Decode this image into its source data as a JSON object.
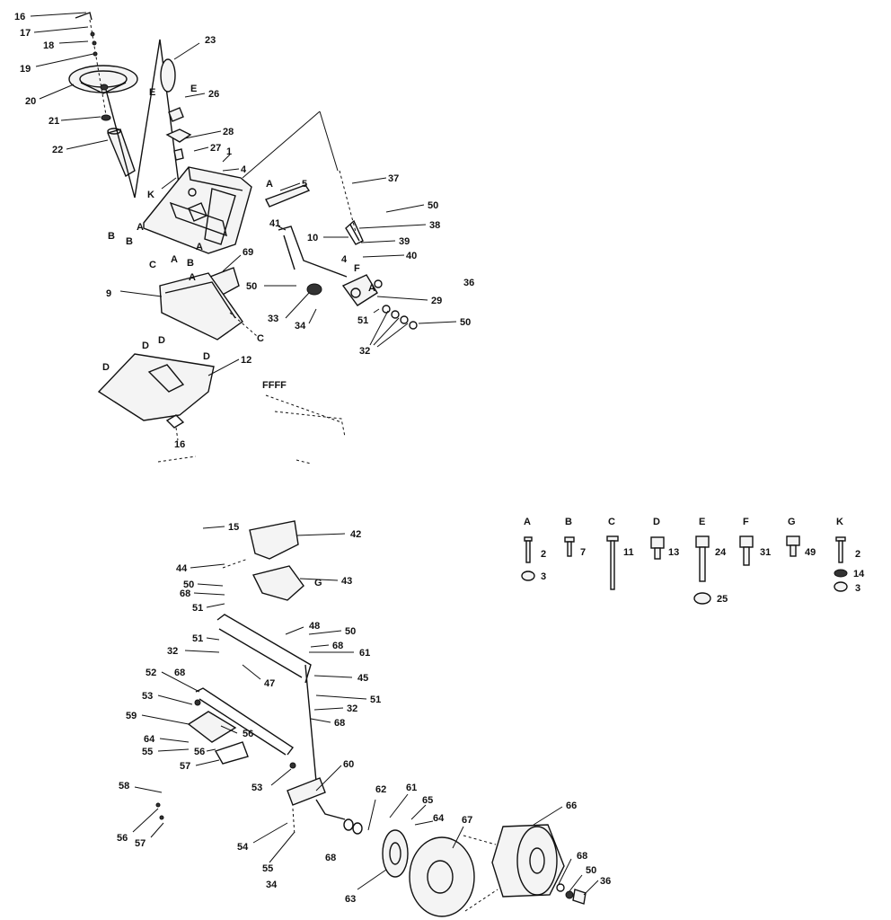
{
  "callouts": [
    {
      "id": "c16a",
      "text": "16"
    },
    {
      "id": "c17",
      "text": "17"
    },
    {
      "id": "c18",
      "text": "18"
    },
    {
      "id": "c19",
      "text": "19"
    },
    {
      "id": "c20",
      "text": "20"
    },
    {
      "id": "c21",
      "text": "21"
    },
    {
      "id": "c22",
      "text": "22"
    },
    {
      "id": "c23",
      "text": "23"
    },
    {
      "id": "c26",
      "text": "26"
    },
    {
      "id": "c28",
      "text": "28"
    },
    {
      "id": "c27",
      "text": "27"
    },
    {
      "id": "c1",
      "text": "1"
    },
    {
      "id": "c4a",
      "text": "4"
    },
    {
      "id": "c37",
      "text": "37"
    },
    {
      "id": "c5",
      "text": "5"
    },
    {
      "id": "c50a",
      "text": "50"
    },
    {
      "id": "c38",
      "text": "38"
    },
    {
      "id": "c10",
      "text": "10"
    },
    {
      "id": "c39",
      "text": "39"
    },
    {
      "id": "c41",
      "text": "41"
    },
    {
      "id": "c40",
      "text": "40"
    },
    {
      "id": "c4b",
      "text": "4"
    },
    {
      "id": "c69",
      "text": "69"
    },
    {
      "id": "c36a",
      "text": "36"
    },
    {
      "id": "c9",
      "text": "9"
    },
    {
      "id": "c50b",
      "text": "50"
    },
    {
      "id": "c29",
      "text": "29"
    },
    {
      "id": "c33",
      "text": "33"
    },
    {
      "id": "c34a",
      "text": "34"
    },
    {
      "id": "c51a",
      "text": "51"
    },
    {
      "id": "c50c",
      "text": "50"
    },
    {
      "id": "c32a",
      "text": "32"
    },
    {
      "id": "c12",
      "text": "12"
    },
    {
      "id": "c16b",
      "text": "16"
    },
    {
      "id": "c15",
      "text": "15"
    },
    {
      "id": "c42",
      "text": "42"
    },
    {
      "id": "c44",
      "text": "44"
    },
    {
      "id": "c43",
      "text": "43"
    },
    {
      "id": "c50d",
      "text": "50"
    },
    {
      "id": "c68a",
      "text": "68"
    },
    {
      "id": "c51b",
      "text": "51"
    },
    {
      "id": "c48",
      "text": "48"
    },
    {
      "id": "c50e",
      "text": "50"
    },
    {
      "id": "c68b",
      "text": "68"
    },
    {
      "id": "c61a",
      "text": "61"
    },
    {
      "id": "c51c",
      "text": "51"
    },
    {
      "id": "c32b",
      "text": "32"
    },
    {
      "id": "c45",
      "text": "45"
    },
    {
      "id": "c47",
      "text": "47"
    },
    {
      "id": "c52",
      "text": "52"
    },
    {
      "id": "c68c",
      "text": "68"
    },
    {
      "id": "c51d",
      "text": "51"
    },
    {
      "id": "c53a",
      "text": "53"
    },
    {
      "id": "c32c",
      "text": "32"
    },
    {
      "id": "c68d",
      "text": "68"
    },
    {
      "id": "c59",
      "text": "59"
    },
    {
      "id": "c56a",
      "text": "56"
    },
    {
      "id": "c64a",
      "text": "64"
    },
    {
      "id": "c55a",
      "text": "55"
    },
    {
      "id": "c56b",
      "text": "56"
    },
    {
      "id": "c57a",
      "text": "57"
    },
    {
      "id": "c60",
      "text": "60"
    },
    {
      "id": "c53b",
      "text": "53"
    },
    {
      "id": "c58",
      "text": "58"
    },
    {
      "id": "c62",
      "text": "62"
    },
    {
      "id": "c61b",
      "text": "61"
    },
    {
      "id": "c65",
      "text": "65"
    },
    {
      "id": "c64b",
      "text": "64"
    },
    {
      "id": "c66",
      "text": "66"
    },
    {
      "id": "c67",
      "text": "67"
    },
    {
      "id": "c56c",
      "text": "56"
    },
    {
      "id": "c57b",
      "text": "57"
    },
    {
      "id": "c54",
      "text": "54"
    },
    {
      "id": "c55b",
      "text": "55"
    },
    {
      "id": "c34b",
      "text": "34"
    },
    {
      "id": "c68e",
      "text": "68"
    },
    {
      "id": "c63",
      "text": "63"
    },
    {
      "id": "c68f",
      "text": "68"
    },
    {
      "id": "c50f",
      "text": "50"
    },
    {
      "id": "c36b",
      "text": "36"
    }
  ],
  "ref_letters": [
    {
      "id": "rE1",
      "text": "E"
    },
    {
      "id": "rE2",
      "text": "E"
    },
    {
      "id": "rK",
      "text": "K"
    },
    {
      "id": "rA1",
      "text": "A"
    },
    {
      "id": "rB1",
      "text": "B"
    },
    {
      "id": "rA2",
      "text": "A"
    },
    {
      "id": "rB2",
      "text": "B"
    },
    {
      "id": "rA3",
      "text": "A"
    },
    {
      "id": "rB3",
      "text": "B"
    },
    {
      "id": "rA4",
      "text": "A"
    },
    {
      "id": "rC1",
      "text": "C"
    },
    {
      "id": "rA5",
      "text": "A"
    },
    {
      "id": "rA6",
      "text": "A"
    },
    {
      "id": "rC2",
      "text": "C"
    },
    {
      "id": "rF1",
      "text": "F"
    },
    {
      "id": "rD1",
      "text": "D"
    },
    {
      "id": "rD2",
      "text": "D"
    },
    {
      "id": "rD3",
      "text": "D"
    },
    {
      "id": "rD4",
      "text": "D"
    },
    {
      "id": "rFF",
      "text": "FFFF"
    },
    {
      "id": "rG",
      "text": "G"
    }
  ],
  "hardware_key": [
    {
      "letter": "A",
      "parts": [
        "2",
        "3"
      ],
      "icon": "carriage-bolt-and-nut"
    },
    {
      "letter": "B",
      "parts": [
        "7"
      ],
      "icon": "short-bolt"
    },
    {
      "letter": "C",
      "parts": [
        "11"
      ],
      "icon": "long-bolt"
    },
    {
      "letter": "D",
      "parts": [
        "13"
      ],
      "icon": "hex-bolt"
    },
    {
      "letter": "E",
      "parts": [
        "24",
        "25"
      ],
      "icon": "hex-bolt-and-nut"
    },
    {
      "letter": "F",
      "parts": [
        "31"
      ],
      "icon": "hex-bolt"
    },
    {
      "letter": "G",
      "parts": [
        "49"
      ],
      "icon": "short-hex-bolt"
    },
    {
      "letter": "K",
      "parts": [
        "2",
        "14",
        "3"
      ],
      "icon": "carriage-bolt-washer-nut"
    }
  ]
}
